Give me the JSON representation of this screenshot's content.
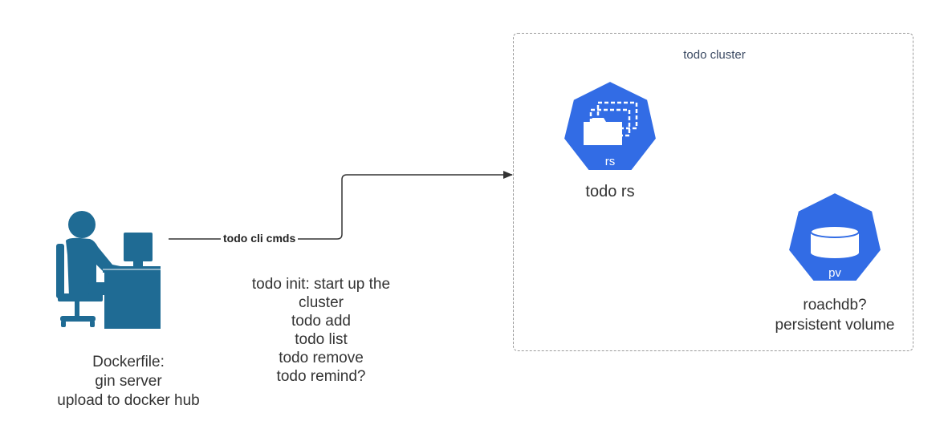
{
  "cluster": {
    "title": "todo cluster"
  },
  "replicaset": {
    "badge": "rs",
    "label": "todo rs",
    "icon": "replicaset-icon",
    "color": "#326ce5"
  },
  "volume": {
    "badge": "pv",
    "label_lines": [
      "roachdb?",
      "persistent volume"
    ],
    "icon": "persistent-volume-icon",
    "color": "#326ce5"
  },
  "user": {
    "icon": "user-at-computer-icon",
    "color": "#1f6b94",
    "notes": [
      "Dockerfile:",
      "gin server",
      "upload to docker hub"
    ]
  },
  "connector": {
    "label": "todo cli cmds"
  },
  "commands": [
    "todo init: start up the",
    "cluster",
    "todo add",
    "todo list",
    "todo remove",
    "todo remind?"
  ]
}
